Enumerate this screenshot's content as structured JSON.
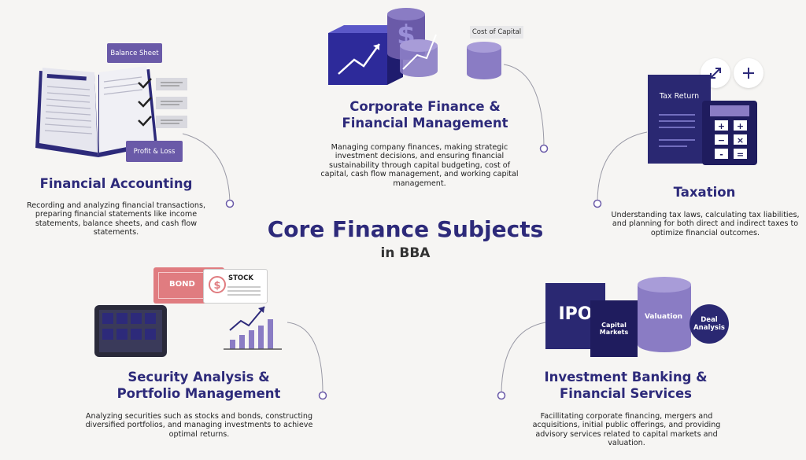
{
  "center": {
    "title": "Core Finance Subjects",
    "subtitle": "in BBA"
  },
  "subjects": {
    "financial_accounting": {
      "title": "Financial Accounting",
      "description": "Recording and analyzing financial transactions, preparing financial statements like income statements, balance sheets, and cash flow statements.",
      "tags": [
        "Balance Sheet",
        "Profit & Loss"
      ]
    },
    "corporate_finance": {
      "title_line1": "Corporate Finance &",
      "title_line2": "Financial Management",
      "description": "Managing company finances, making strategic investment decisions, and ensuring financial sustainability through capital budgeting, cost of capital, cash flow management, and working capital management.",
      "tag": "Cost of Capital"
    },
    "taxation": {
      "title": "Taxation",
      "description": "Understanding tax laws, calculating tax liabilities, and planning for both direct and indirect taxes to optimize financial outcomes.",
      "doc_label": "Tax Return"
    },
    "security_analysis": {
      "title_line1": "Security Analysis &",
      "title_line2": "Portfolio Management",
      "description": "Analyzing securities such as stocks and bonds, constructing diversified portfolios, and managing investments to achieve optimal returns.",
      "bond_label": "BOND",
      "stock_label": "STOCK"
    },
    "investment_banking": {
      "title_line1": "Investment Banking &",
      "title_line2": "Financial Services",
      "description": "Facillitating corporate financing, mergers and acquisitions, initial public offerings, and providing advisory services related to capital markets and valuation.",
      "ipo_label": "IPO",
      "capital_markets_label": "Capital Markets",
      "valuation_label": "Valuation",
      "deal_analysis_label": "Deal Analysis"
    }
  },
  "colors": {
    "navy": "#2d2a7a",
    "purple": "#6a5aa8",
    "light_purple": "#9a8fcb",
    "red": "#e07c80"
  }
}
